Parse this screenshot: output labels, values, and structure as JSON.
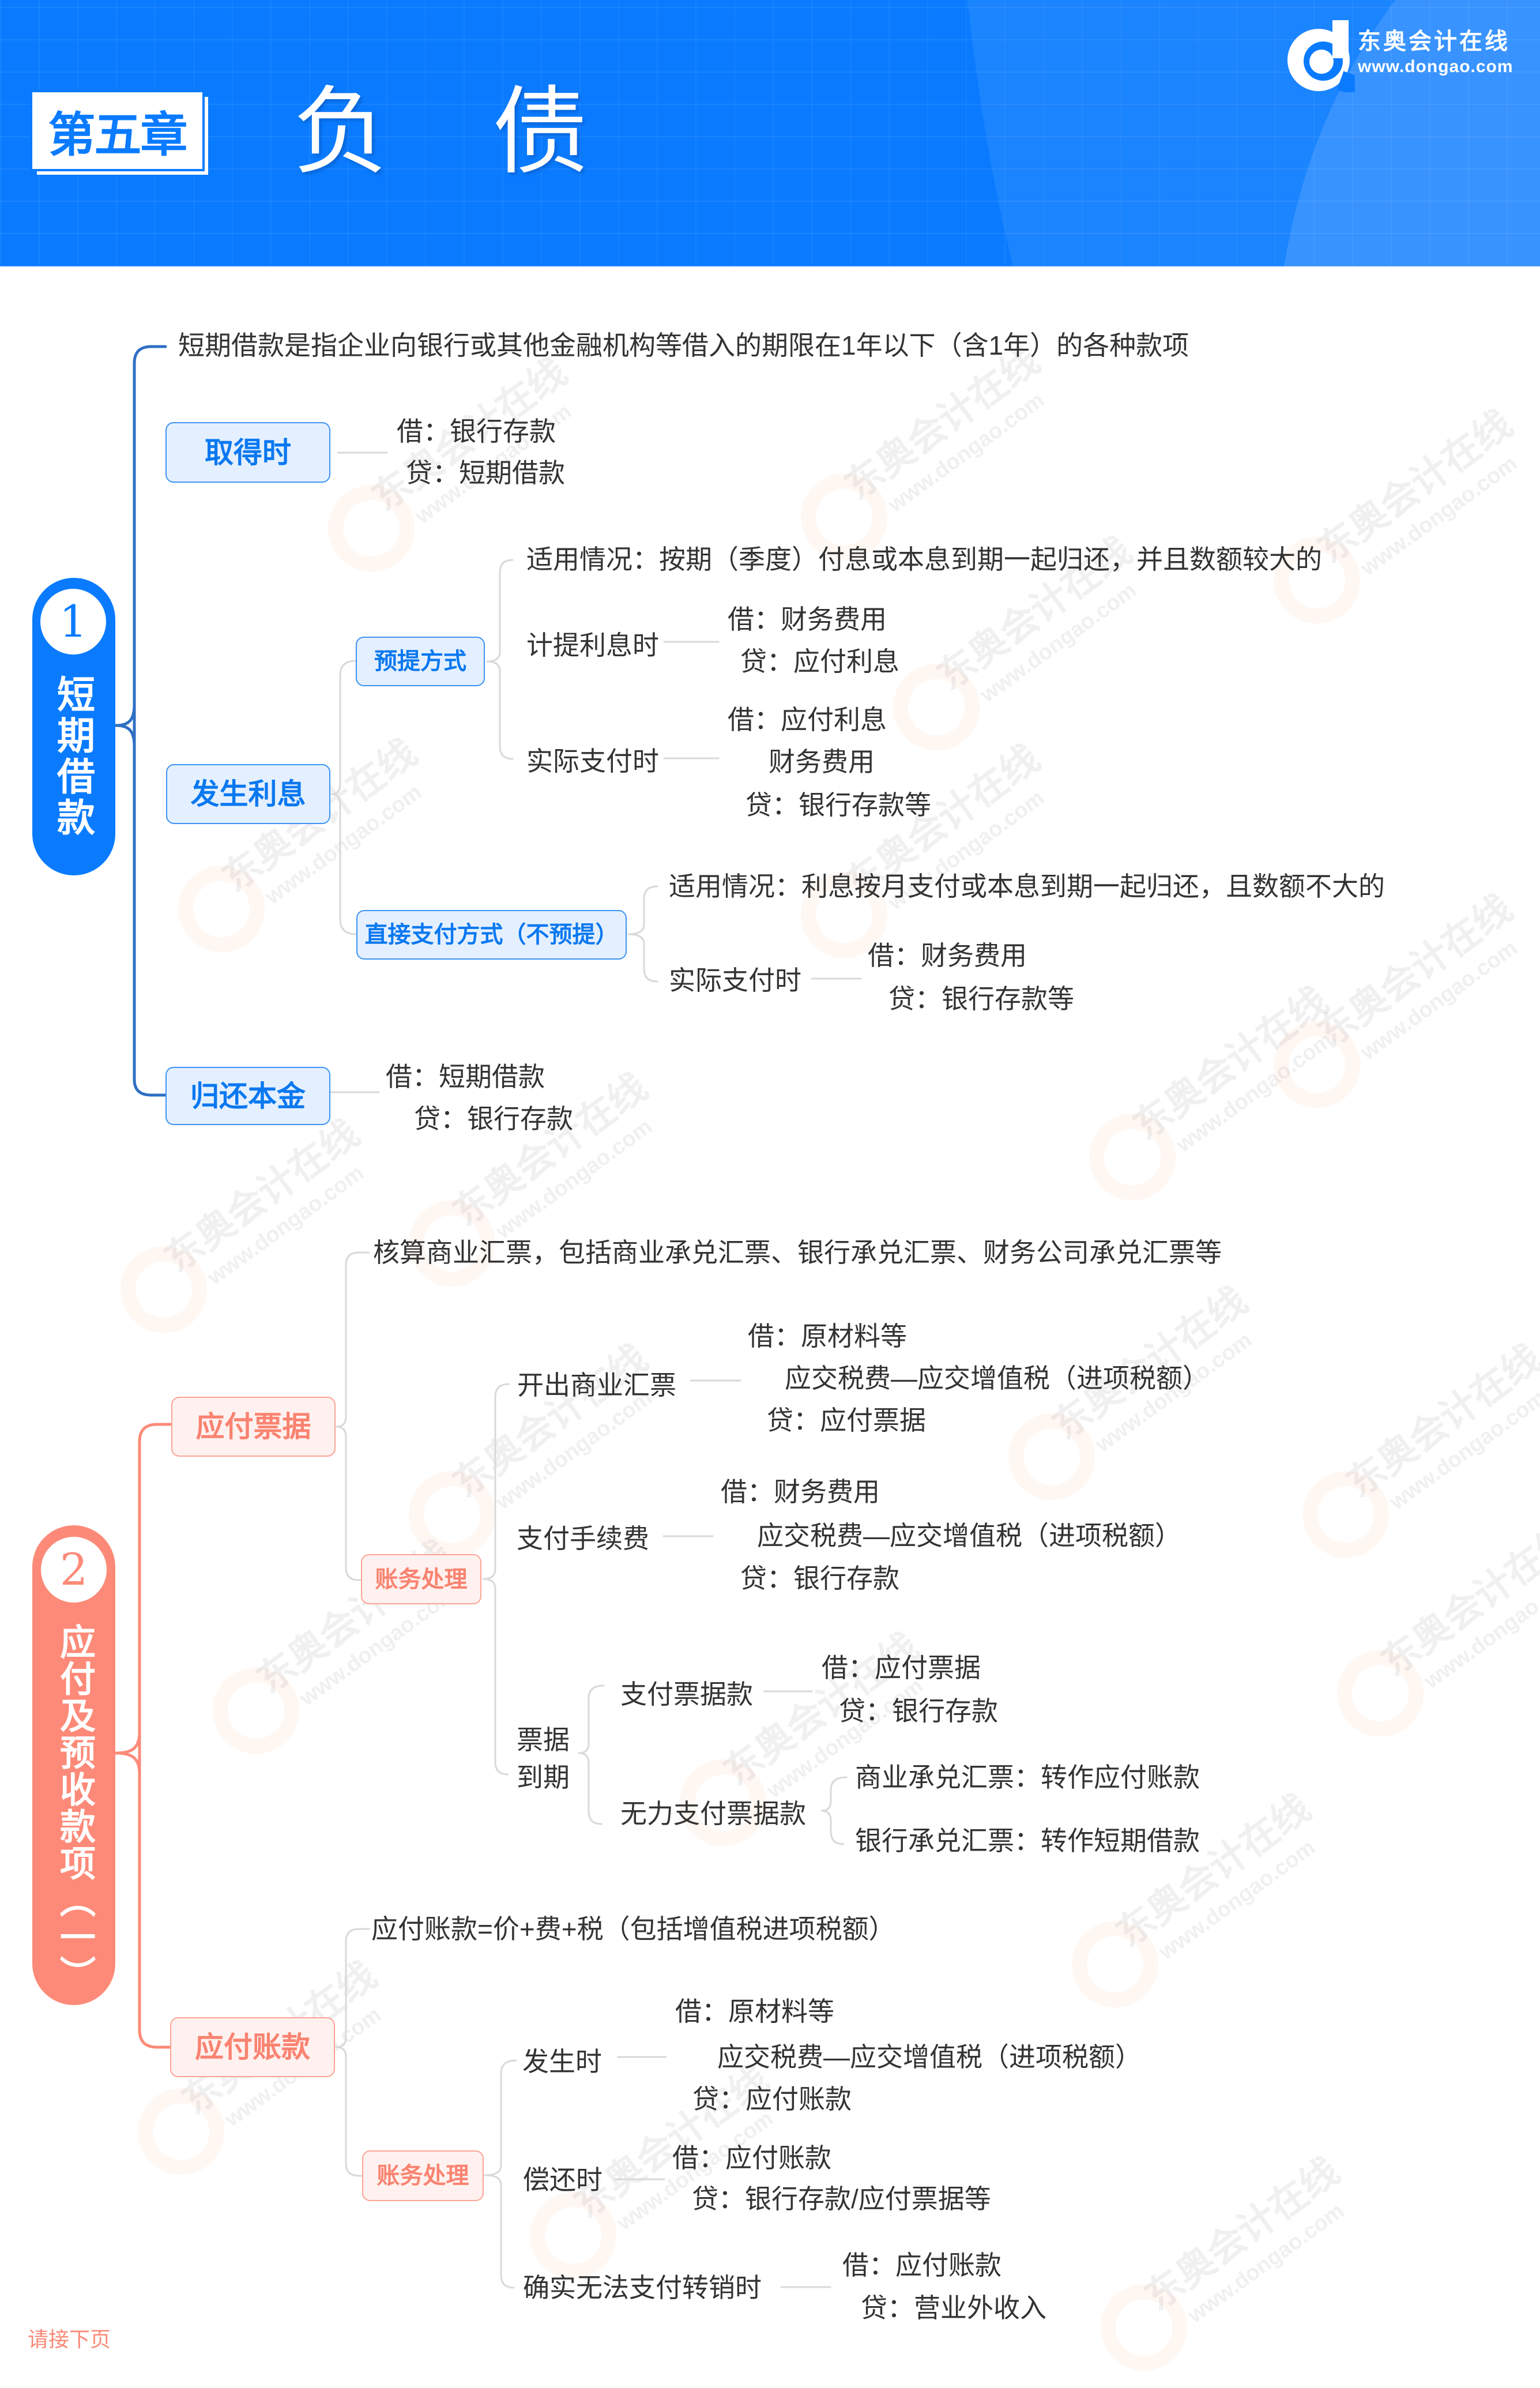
{
  "header": {
    "chapter_badge": "第五章",
    "title": "负债",
    "logo": {
      "name": "东奥会计在线",
      "url": "www.dongao.com"
    }
  },
  "colors": {
    "header_blue": "#0a7bff",
    "section1_accent": "#0a7bff",
    "section1_line": "#2e6fc3",
    "section2_accent": "#fd8a78",
    "branch_gray": "#d9d9d9",
    "text": "#333333"
  },
  "watermark": {
    "name": "东奥会计在线",
    "url": "www.dongao.com"
  },
  "sections": [
    {
      "number": "1",
      "title": "短期借款",
      "definition": "短期借款是指企业向银行或其他金融机构等借入的期限在1年以下（含1年）的各种款项",
      "acquire": {
        "label": "取得时",
        "entries": [
          "借：银行存款",
          "贷：短期借款"
        ]
      },
      "interest": {
        "label": "发生利息",
        "accrual": {
          "label": "预提方式",
          "applicable": "适用情况：按期（季度）付息或本息到期一起归还，并且数额较大的",
          "accrue": {
            "label": "计提利息时",
            "entries": [
              "借：财务费用",
              "贷：应付利息"
            ]
          },
          "pay": {
            "label": "实际支付时",
            "entries": [
              "借：应付利息",
              "财务费用",
              "贷：银行存款等"
            ]
          }
        },
        "direct": {
          "label": "直接支付方式（不预提）",
          "applicable": "适用情况：利息按月支付或本息到期一起归还，且数额不大的",
          "pay": {
            "label": "实际支付时",
            "entries": [
              "借：财务费用",
              "贷：银行存款等"
            ]
          }
        }
      },
      "repay": {
        "label": "归还本金",
        "entries": [
          "借：短期借款",
          "贷：银行存款"
        ]
      }
    },
    {
      "number": "2",
      "title": "应付及预收款项（一）",
      "notes_payable": {
        "label": "应付票据",
        "description": "核算商业汇票，包括商业承兑汇票、银行承兑汇票、财务公司承兑汇票等",
        "accounting": {
          "label": "账务处理",
          "issue": {
            "label": "开出商业汇票",
            "entries": [
              "借：原材料等",
              "应交税费—应交增值税（进项税额）",
              "贷：应付票据"
            ]
          },
          "fee": {
            "label": "支付手续费",
            "entries": [
              "借：财务费用",
              "应交税费—应交增值税（进项税额）",
              "贷：银行存款"
            ]
          },
          "maturity": {
            "label_line1": "票据",
            "label_line2": "到期",
            "pay": {
              "label": "支付票据款",
              "entries": [
                "借：应付票据",
                "贷：银行存款"
              ]
            },
            "unable": {
              "label": "无力支付票据款",
              "cases": [
                "商业承兑汇票：转作应付账款",
                "银行承兑汇票：转作短期借款"
              ]
            }
          }
        }
      },
      "accounts_payable": {
        "label": "应付账款",
        "formula": "应付账款=价+费+税（包括增值税进项税额）",
        "accounting": {
          "label": "账务处理",
          "incur": {
            "label": "发生时",
            "entries": [
              "借：原材料等",
              "应交税费—应交增值税（进项税额）",
              "贷：应付账款"
            ]
          },
          "repay": {
            "label": "偿还时",
            "entries": [
              "借：应付账款",
              "贷：银行存款/应付票据等"
            ]
          },
          "write_off": {
            "label": "确实无法支付转销时",
            "entries": [
              "借：应付账款",
              "贷：营业外收入"
            ]
          }
        }
      }
    }
  ],
  "footer": {
    "continue_note": "请接下页"
  }
}
